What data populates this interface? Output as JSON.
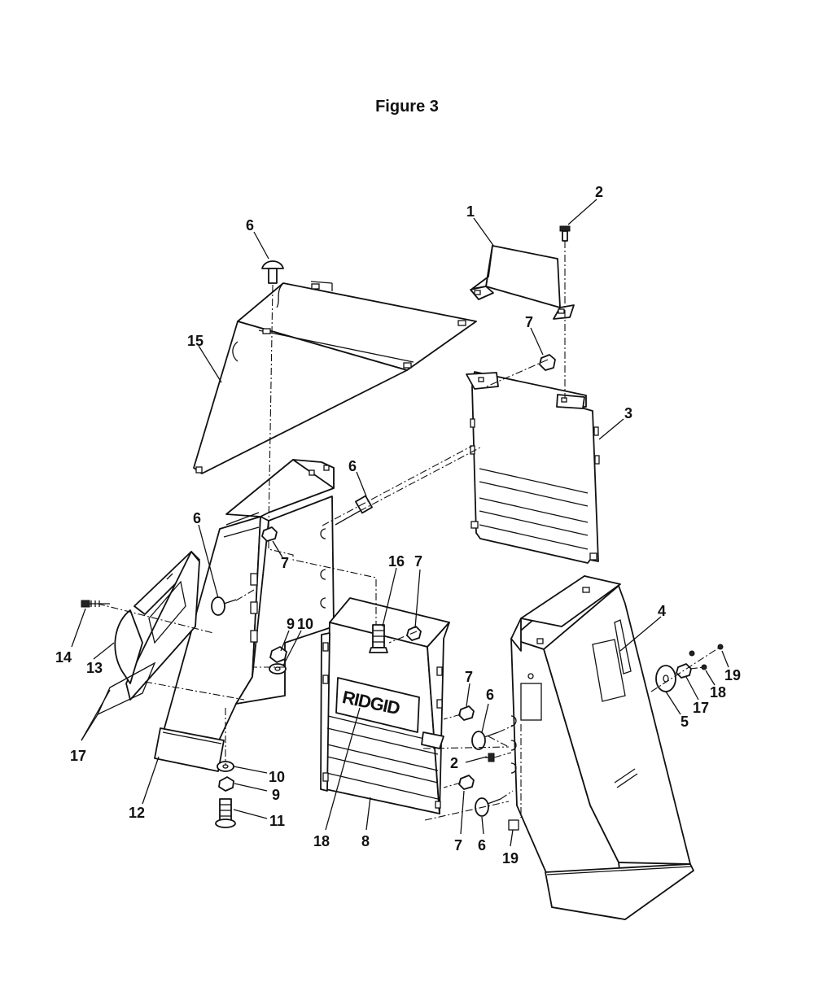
{
  "figure": {
    "title": "Figure 3"
  },
  "labels": {
    "c1": "1",
    "c2a": "2",
    "c2b": "2",
    "c3": "3",
    "c4": "4",
    "c5": "5",
    "c6a": "6",
    "c6b": "6",
    "c6c": "6",
    "c6d": "6",
    "c6e": "6",
    "c7a": "7",
    "c7b": "7",
    "c7c": "7",
    "c7d": "7",
    "c7e": "7",
    "c8": "8",
    "c9a": "9",
    "c9b": "9",
    "c10a": "10",
    "c10b": "10",
    "c11": "11",
    "c12": "12",
    "c13": "13",
    "c14": "14",
    "c15": "15",
    "c16": "16",
    "c17a": "17",
    "c17b": "17",
    "c18a": "18",
    "c18b": "18",
    "c19a": "19",
    "c19b": "19"
  },
  "logo": {
    "brand": "RIDGID"
  }
}
